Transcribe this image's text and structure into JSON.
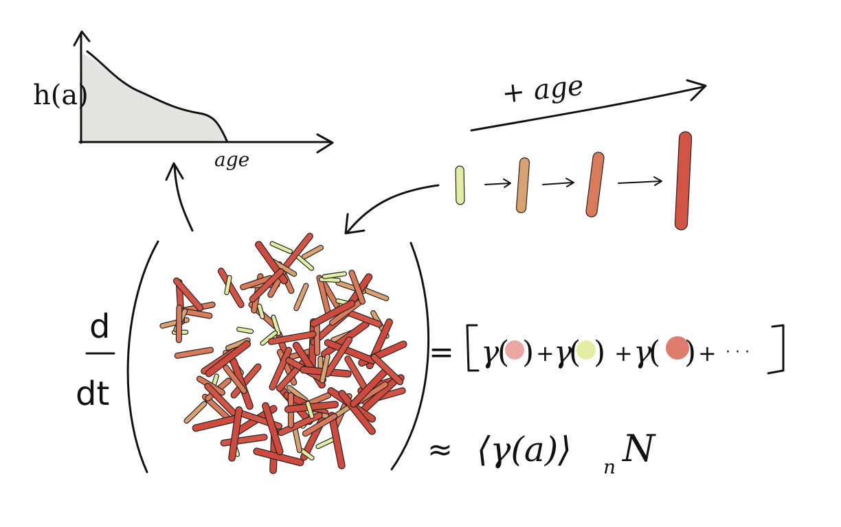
{
  "hazard_plot": {
    "y_label": "h(a)",
    "x_label": "age"
  },
  "aging": {
    "label": "+ age",
    "stage_colors": [
      "#e3eda4",
      "#d9a273",
      "#d97a5b",
      "#d25444"
    ]
  },
  "population": {
    "derivative_numerator": "d",
    "derivative_denominator": "dt",
    "colors": [
      "#e3eda4",
      "#d9a273",
      "#d97a5b",
      "#d25444",
      "#cf4a3e"
    ]
  },
  "equation": {
    "equals": "=",
    "gamma": "γ",
    "plus": "+",
    "ellipsis": "· · ·",
    "dot_colors": [
      "#eaa6a2",
      "#e3eda4",
      "#de7c70"
    ],
    "approx": "≈",
    "average_expression": "⟨γ(a)⟩",
    "average_subscript": "n",
    "population_symbol": "N"
  }
}
